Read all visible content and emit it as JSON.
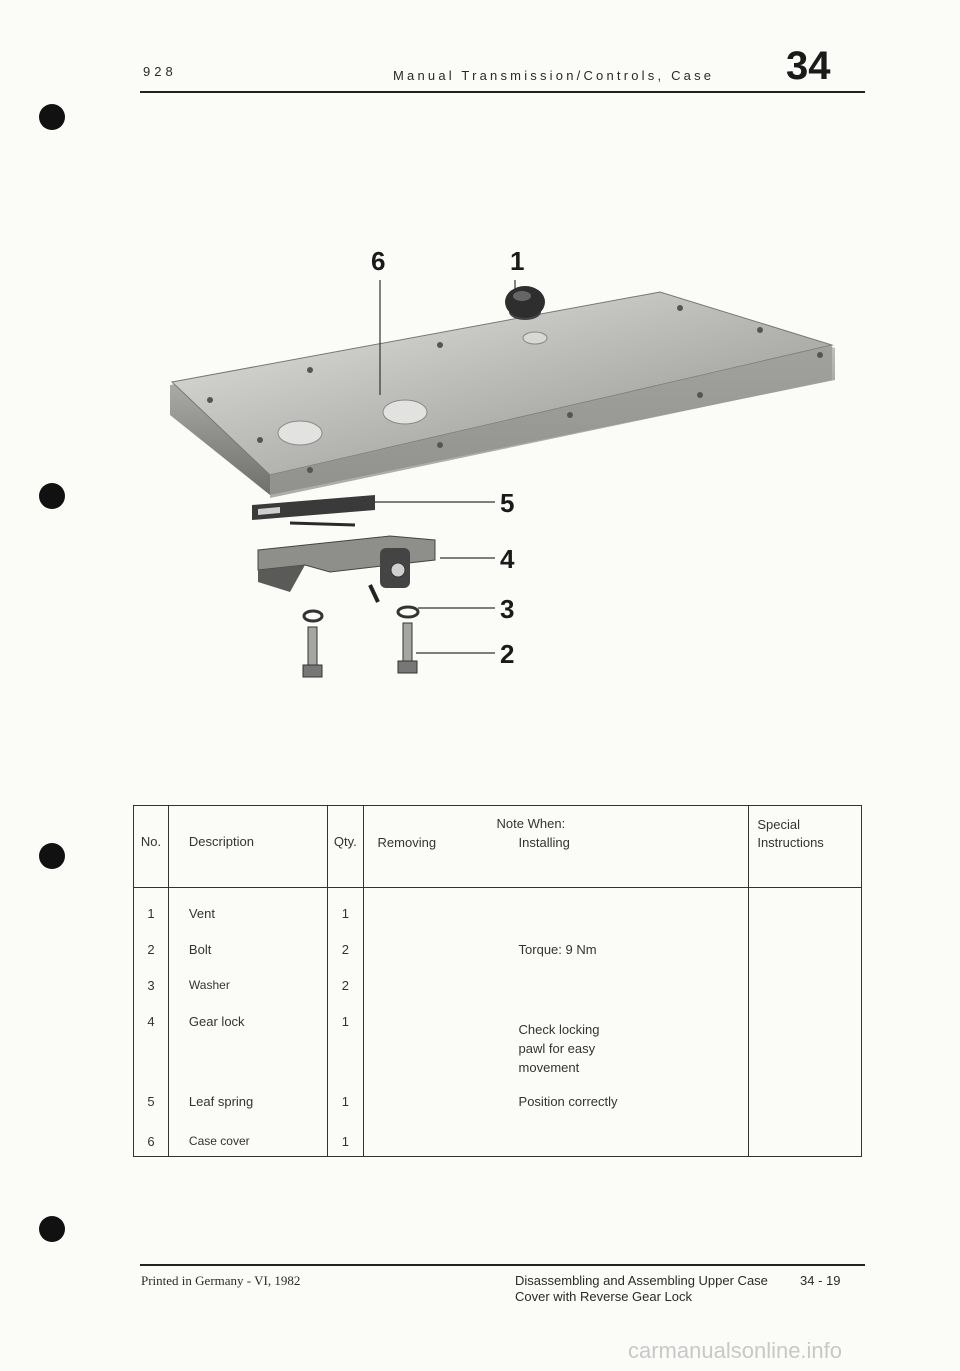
{
  "header": {
    "model": "928",
    "title": "Manual Transmission/Controls, Case",
    "section": "34"
  },
  "figure": {
    "callouts": [
      "6",
      "1",
      "5",
      "4",
      "3",
      "2"
    ]
  },
  "table": {
    "headers": {
      "no": "No.",
      "description": "Description",
      "qty": "Qty.",
      "note_when": "Note When:",
      "removing": "Removing",
      "installing": "Installing",
      "special": "Special Instructions"
    },
    "rows": [
      {
        "no": "1",
        "description": "Vent",
        "qty": "1",
        "removing": "",
        "installing": "",
        "special": ""
      },
      {
        "no": "2",
        "description": "Bolt",
        "qty": "2",
        "removing": "",
        "installing": "Torque: 9 Nm",
        "special": ""
      },
      {
        "no": "3",
        "description": "Washer",
        "qty": "2",
        "removing": "",
        "installing": "",
        "special": ""
      },
      {
        "no": "4",
        "description": "Gear lock",
        "qty": "1",
        "removing": "",
        "installing": "Check locking pawl for easy movement",
        "special": ""
      },
      {
        "no": "5",
        "description": "Leaf spring",
        "qty": "1",
        "removing": "",
        "installing": "Position correctly",
        "special": ""
      },
      {
        "no": "6",
        "description": "Case cover",
        "qty": "1",
        "removing": "",
        "installing": "",
        "special": ""
      }
    ]
  },
  "footer": {
    "printed": "Printed in Germany - VI, 1982",
    "section_title": "Disassembling and Assembling Upper Case Cover with Reverse Gear Lock",
    "page": "34 - 19"
  },
  "watermark": "carmanualsonline.info"
}
